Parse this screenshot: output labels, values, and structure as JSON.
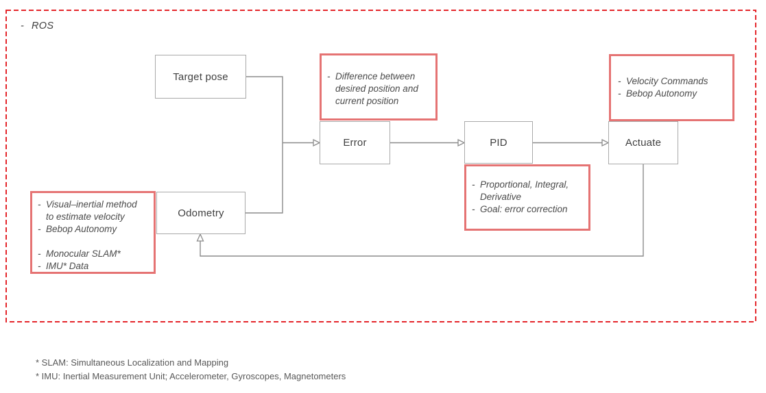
{
  "diagram": {
    "bullet": "-",
    "ros_label": "ROS",
    "nodes": {
      "target_pose": {
        "label": "Target pose"
      },
      "error": {
        "label": "Error"
      },
      "pid": {
        "label": "PID"
      },
      "actuate": {
        "label": "Actuate"
      },
      "odometry": {
        "label": "Odometry"
      }
    },
    "annotations": {
      "error_note": {
        "items": [
          "Difference between desired position and current position"
        ]
      },
      "actuate_note": {
        "items": [
          "Velocity Commands",
          "Bebop Autonomy"
        ]
      },
      "pid_note": {
        "items": [
          "Proportional, Integral, Derivative",
          "Goal: error correction"
        ]
      },
      "odometry_note": {
        "group1": [
          "Visual–inertial method to estimate velocity",
          "Bebop Autonomy"
        ],
        "group2": [
          "Monocular SLAM*",
          "IMU* Data"
        ]
      }
    },
    "footnotes": [
      "* SLAM: Simultaneous Localization and Mapping",
      "* IMU: Inertial Measurement Unit; Accelerometer, Gyroscopes, Magnetometers"
    ],
    "colors": {
      "outer_border": "#e4252a",
      "note_border": "#e57373",
      "node_border": "#a9a9a9",
      "connector": "#8b8b8b",
      "node_text": "#3f3f3f",
      "note_text": "#4a4a4a",
      "footnote_text": "#585858"
    }
  }
}
